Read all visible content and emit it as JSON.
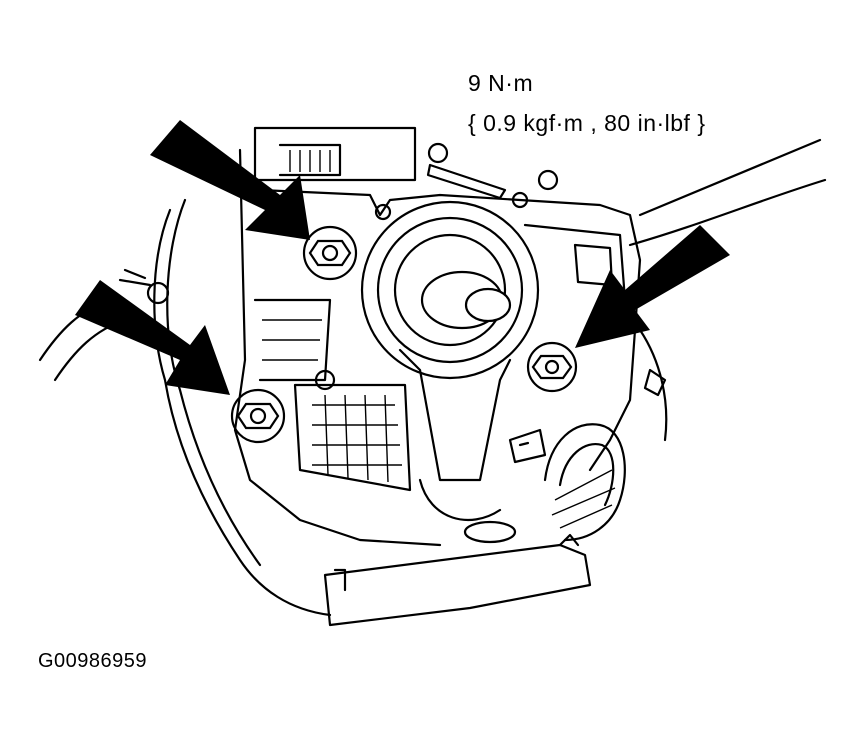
{
  "torque": {
    "primary": "9 N·m",
    "alternate": "{ 0.9 kgf·m , 80 in·lbf }"
  },
  "figure_id": "G00986959",
  "colors": {
    "ink": "#000000",
    "paper": "#ffffff"
  }
}
